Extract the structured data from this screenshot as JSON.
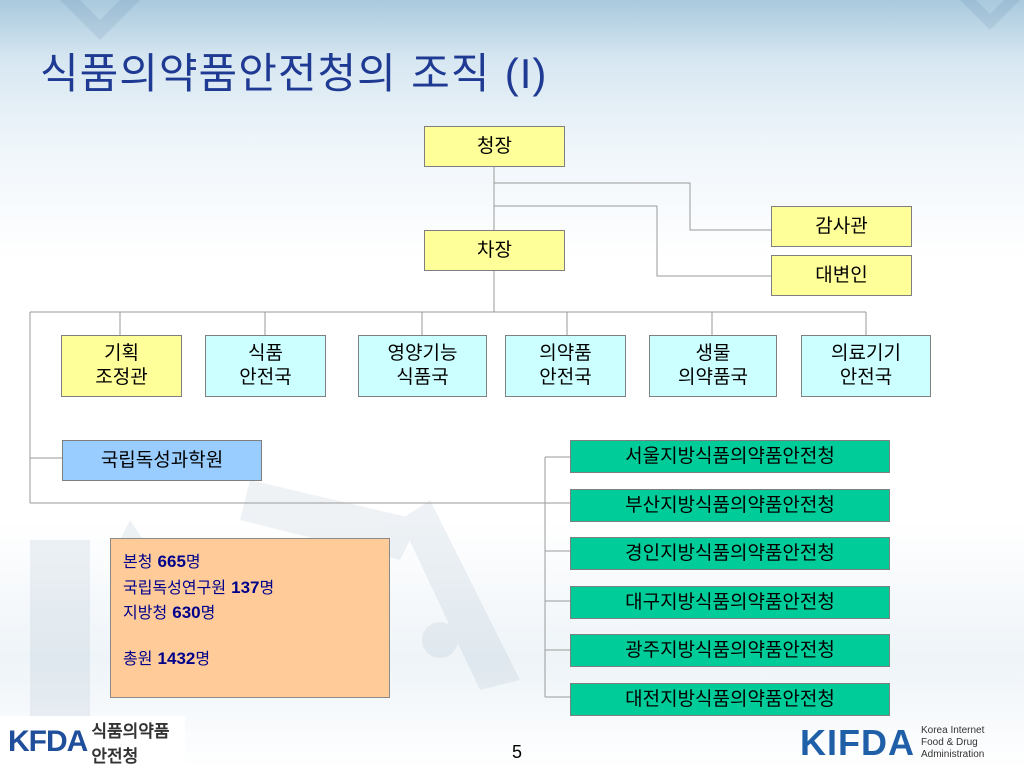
{
  "title": {
    "main": "식품의약품안전청의 조직",
    "suffix": "(I)"
  },
  "nodes": {
    "commissioner": "청장",
    "deputy": "차장",
    "auditor": "감사관",
    "spokesperson": "대변인",
    "planning": "기획\n조정관",
    "food_safety": "식품\n안전국",
    "nutrition": "영양기능\n식품국",
    "drug_safety": "의약품\n안전국",
    "biologics": "생물\n의약품국",
    "device_safety": "의료기기\n안전국",
    "toxicology": "국립독성과학원"
  },
  "regional_offices": [
    "서울지방식품의약품안전청",
    "부산지방식품의약품안전청",
    "경인지방식품의약품안전청",
    "대구지방식품의약품안전청",
    "광주지방식품의약품안전청",
    "대전지방식품의약품안전청"
  ],
  "stats": {
    "hq_label": "본청",
    "hq_value": "665",
    "hq_unit": "명",
    "inst_label": "국립독성연구원",
    "inst_value": "137",
    "inst_unit": "명",
    "regional_label": "지방청",
    "regional_value": "630",
    "regional_unit": "명",
    "total_label": "총원",
    "total_value": "1432",
    "total_unit": "명"
  },
  "footer": {
    "left_logo_mark": "KFDA",
    "left_logo_name": "식품의약품안전청",
    "right_logo_mark": "KIFDA",
    "right_logo_sub": "Korea Internet\nFood & Drug Administration",
    "page_number": "5"
  },
  "colors": {
    "title": "#1f3a93",
    "yellow_box": "#ffff99",
    "cyan_box": "#ccffff",
    "blue_box": "#99ccff",
    "green_box": "#00cc99",
    "stats_box": "#ffcc99",
    "stats_text": "#00008b"
  }
}
